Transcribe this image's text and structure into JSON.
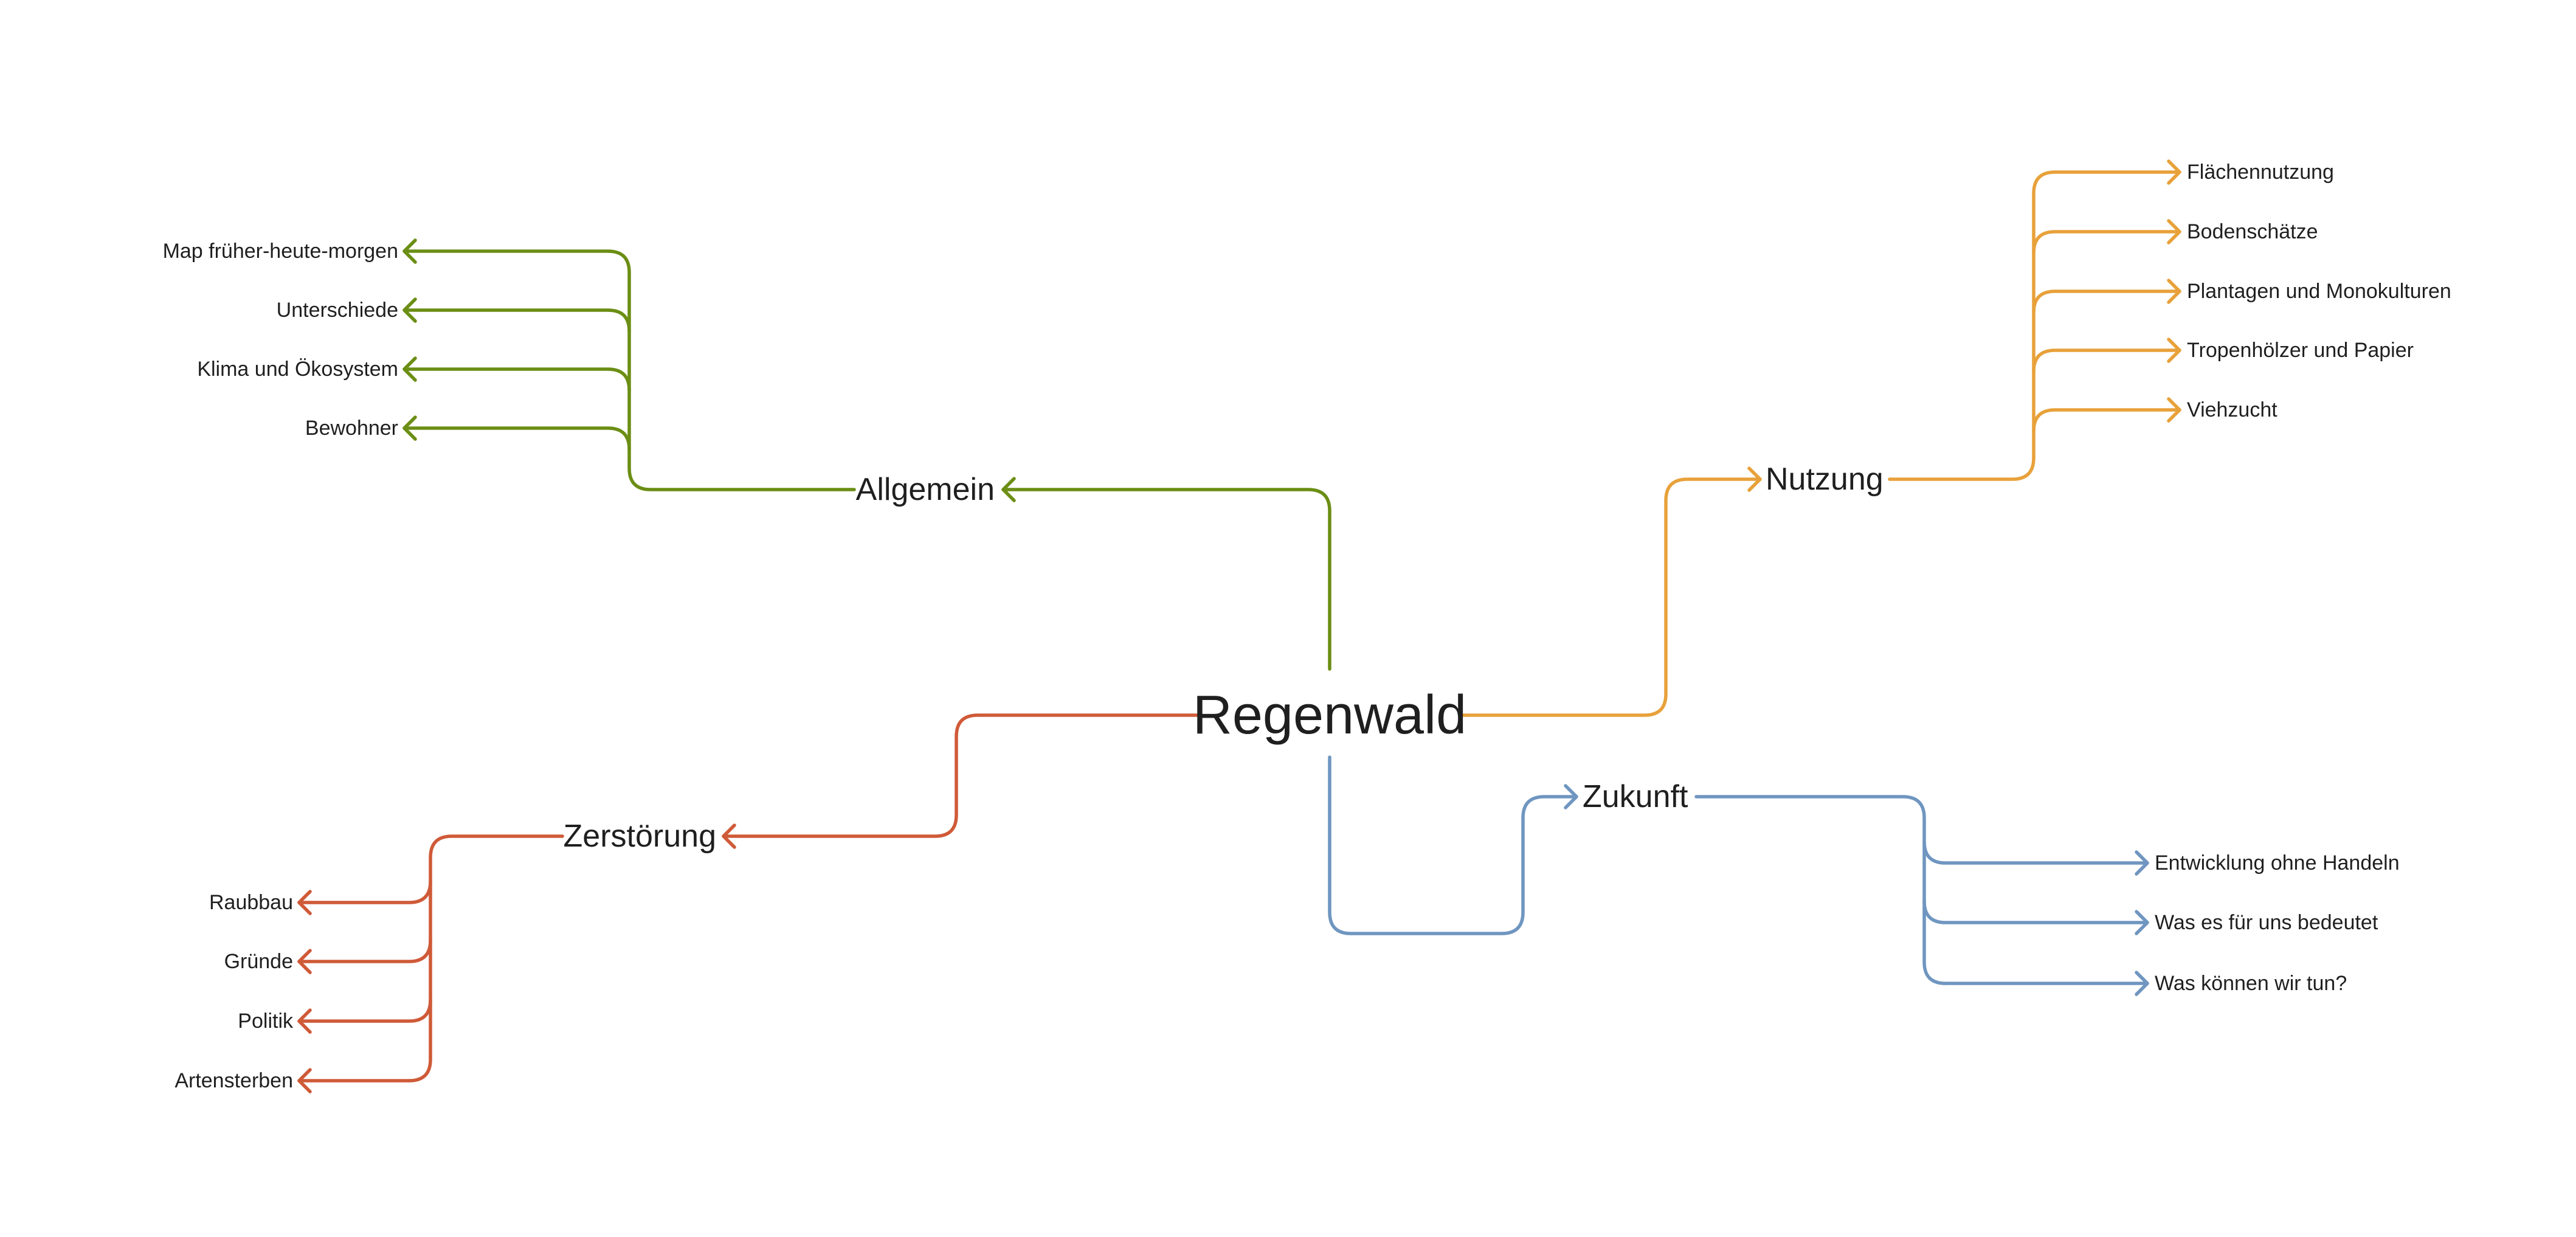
{
  "root": {
    "label": "Regenwald"
  },
  "branches": [
    {
      "key": "allgemein",
      "label": "Allgemein",
      "color": "#6b8e14",
      "children": [
        "Map früher-heute-morgen",
        "Unterschiede",
        "Klima und Ökosystem",
        "Bewohner"
      ]
    },
    {
      "key": "nutzung",
      "label": "Nutzung",
      "color": "#e8a13a",
      "children": [
        "Flächennutzung",
        "Bodenschätze",
        "Plantagen und Monokulturen",
        "Tropenhölzer und Papier",
        "Viehzucht"
      ]
    },
    {
      "key": "zerstoerung",
      "label": "Zerstörung",
      "color": "#cf5a38",
      "children": [
        "Raubbau",
        "Gründe",
        "Politik",
        "Artensterben"
      ]
    },
    {
      "key": "zukunft",
      "label": "Zukunft",
      "color": "#6f96c0",
      "children": [
        "Entwicklung ohne Handeln",
        "Was es für uns bedeutet",
        "Was können wir tun?"
      ]
    }
  ]
}
